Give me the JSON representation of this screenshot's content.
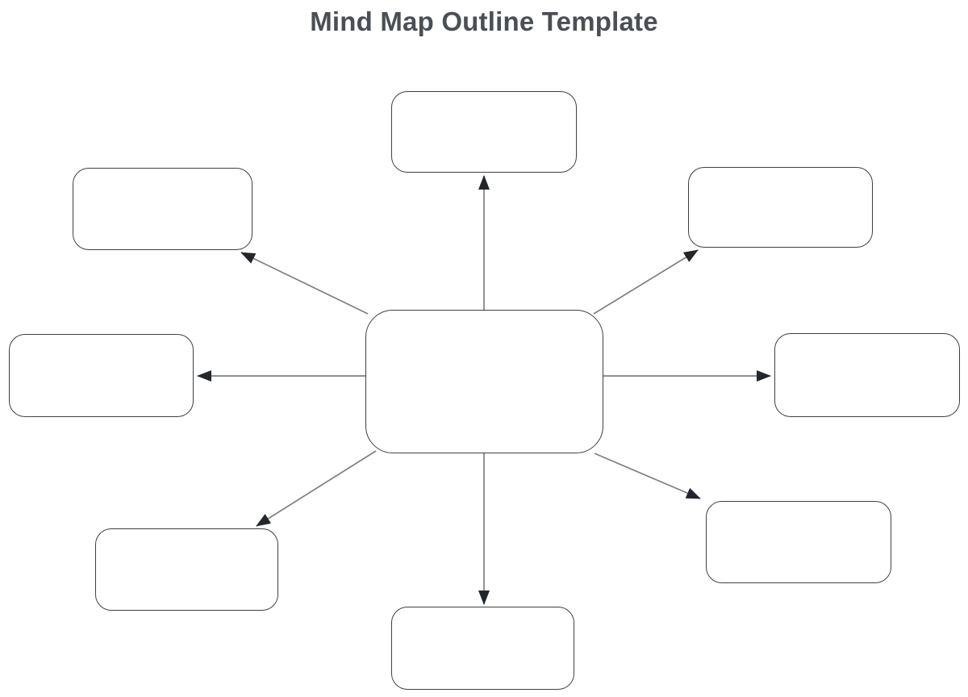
{
  "title": "Mind Map Outline Template",
  "colors": {
    "background": "#ffffff",
    "title_text": "#4a4f55",
    "node_border": "#3d4046",
    "node_fill": "#ffffff",
    "connector_line": "#7d8084",
    "arrowhead": "#23262c"
  },
  "diagram": {
    "type": "mindmap",
    "center": {
      "id": "central-topic",
      "label": ""
    },
    "branches": [
      {
        "id": "top",
        "label": ""
      },
      {
        "id": "upper-left",
        "label": ""
      },
      {
        "id": "upper-right",
        "label": ""
      },
      {
        "id": "left",
        "label": ""
      },
      {
        "id": "right",
        "label": ""
      },
      {
        "id": "lower-left",
        "label": ""
      },
      {
        "id": "bottom",
        "label": ""
      },
      {
        "id": "lower-right",
        "label": ""
      }
    ]
  }
}
